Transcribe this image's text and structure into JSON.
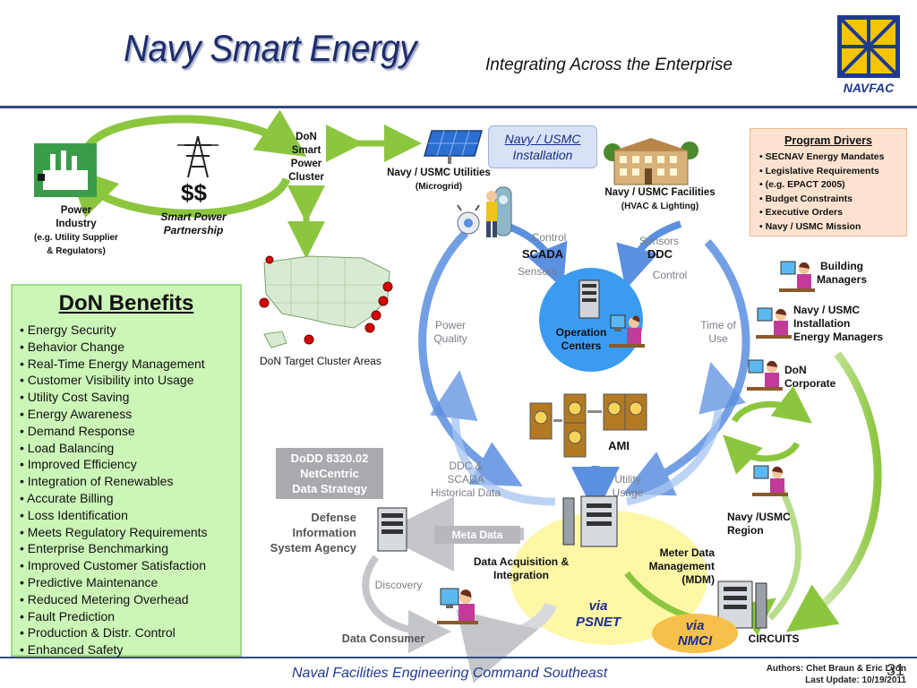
{
  "header": {
    "title": "Navy Smart Energy",
    "subtitle": "Integrating Across the Enterprise",
    "logo_text": "NAVFAC"
  },
  "power_industry": {
    "line1": "Power",
    "line2": "Industry",
    "line3": "(e.g. Utility Supplier",
    "line4": "& Regulators)"
  },
  "partnership": {
    "money": "$$",
    "line1": "Smart Power",
    "line2": "Partnership"
  },
  "cluster": {
    "line1": "DoN",
    "line2": "Smart",
    "line3": "Power",
    "line4": "Cluster"
  },
  "map_caption": "DoN Target Cluster Areas",
  "utilities": {
    "line1": "Navy / USMC Utilities",
    "line2": "(Microgrid)"
  },
  "installation": {
    "line1": "Navy / USMC",
    "line2": "Installation"
  },
  "facilities": {
    "line1": "Navy / USMC Facilities",
    "line2": "(HVAC & Lighting)"
  },
  "program_drivers": {
    "title": "Program Drivers",
    "items": [
      "SECNAV Energy Mandates",
      "Legislative Requirements",
      "(e.g. EPACT 2005)",
      "Budget Constraints",
      "Executive Orders",
      "Navy / USMC Mission"
    ]
  },
  "benefits": {
    "title": "DoN Benefits",
    "items": [
      "Energy Security",
      "Behavior Change",
      "Real-Time Energy Management",
      "Customer Visibility into Usage",
      "Utility Cost Saving",
      "Energy Awareness",
      "Demand Response",
      "Load Balancing",
      "Improved Efficiency",
      "Integration of Renewables",
      "Accurate Billing",
      "Loss Identification",
      "Meets Regulatory Requirements",
      "Enterprise Benchmarking",
      "Improved Customer Satisfaction",
      "Predictive Maintenance",
      "Reduced Metering Overhead",
      "Fault Prediction",
      "Production & Distr. Control",
      "Enhanced Safety"
    ]
  },
  "cycle": {
    "control_left": "Control",
    "scada": "SCADA",
    "sensors_left": "Sensors",
    "sensors_right": "Sensors",
    "ddc": "DDC",
    "control_right": "Control",
    "power_quality_1": "Power",
    "power_quality_2": "Quality",
    "time_of_use_1": "Time of",
    "time_of_use_2": "Use",
    "ops_1": "Operation",
    "ops_2": "Centers",
    "ami": "AMI",
    "hist_1": "DDC &",
    "hist_2": "SCADA",
    "hist_3": "Historical Data",
    "utility_usage_1": "Utility",
    "utility_usage_2": "Usage"
  },
  "dodd": {
    "line1": "DoDD 8320.02",
    "line2": "NetCentric",
    "line3": "Data Strategy"
  },
  "disa": {
    "line1": "Defense",
    "line2": "Information",
    "line3": "System Agency"
  },
  "meta_data": "Meta Data",
  "discovery": "Discovery",
  "data_consumer": "Data Consumer",
  "daq": {
    "line1": "Data Acquisition &",
    "line2": "Integration"
  },
  "mdm": {
    "line1": "Meter Data",
    "line2": "Management",
    "line3": "(MDM)"
  },
  "psnet": {
    "line1": "via",
    "line2": "PSNET"
  },
  "nmci": {
    "line1": "via",
    "line2": "NMCI"
  },
  "circuits": "CIRCUITS",
  "right_users": {
    "building_1": "Building",
    "building_2": "Managers",
    "install_em_1": "Navy / USMC",
    "install_em_2": "Installation",
    "install_em_3": "Energy Managers",
    "corporate_1": "DoN",
    "corporate_2": "Corporate",
    "region_1": "Navy /USMC",
    "region_2": "Region"
  },
  "footer": {
    "org": "Naval Facilities Engineering Command Southeast",
    "authors": "Authors: Chet Braun & Eric Lyon",
    "last_update": "Last Update: 10/19/2011",
    "slide_number": "31"
  },
  "colors": {
    "title": "#1f2d6b",
    "accent_blue": "#5b8fe0",
    "green": "#8cc63f",
    "benefits_bg": "#ccf5b8",
    "drivers_bg": "#fde3cf",
    "psnet_yellow": "#fdf7a6",
    "nmci_orange": "#f7c04a"
  }
}
